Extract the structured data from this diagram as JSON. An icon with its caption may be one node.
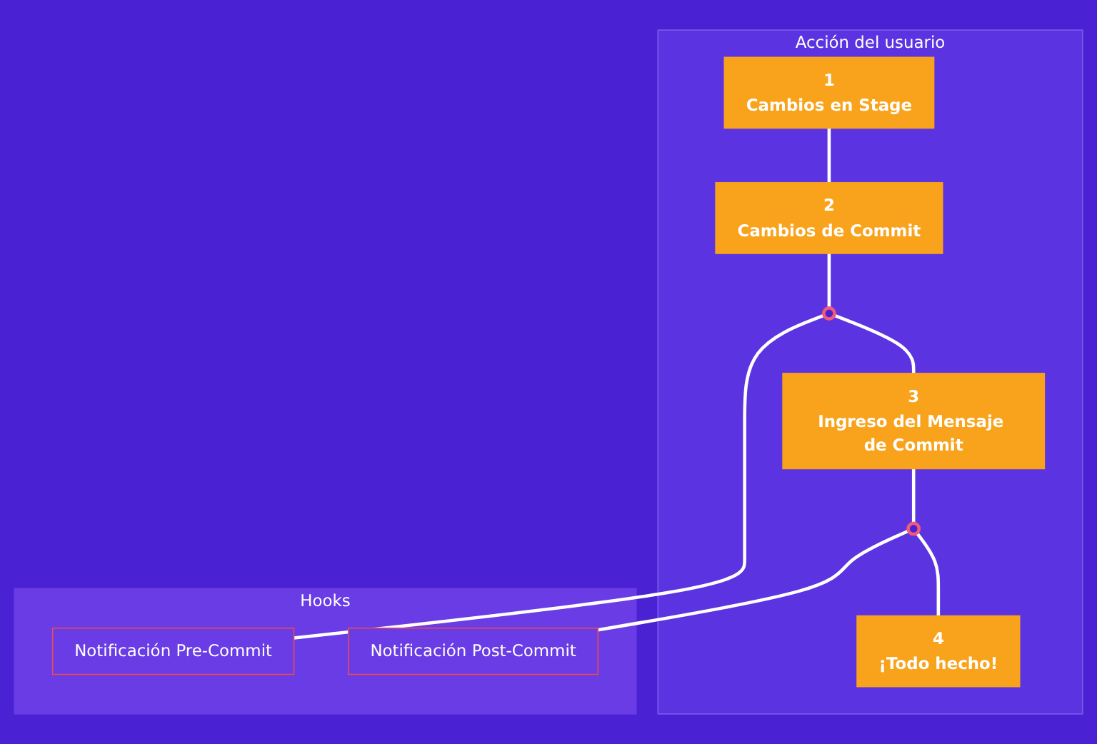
{
  "diagram": {
    "nodes": [
      {
        "text": [
          "Acción del usuario"
        ]
      },
      {
        "text": [
          "1",
          "Cambios en Stage"
        ],
        "in": 0
      },
      {
        "text": [
          "2",
          "Cambios de Commit"
        ],
        "in": 0
      },
      {
        "text": [],
        "shape": "circle",
        "in": 0
      },
      {
        "text": [
          "3",
          "Ingreso del Mensaje de Commit"
        ],
        "in": 0
      },
      {
        "text": [],
        "shape": "circle",
        "in": 0
      },
      {
        "text": [
          "4",
          "¡Todo hecho!"
        ],
        "in": 0
      },
      {
        "text": [
          "Hooks"
        ]
      },
      {
        "text": [
          "Notificación Pre-Commit"
        ],
        "in": 7
      },
      {
        "text": [
          "Notificación Post-Commit"
        ],
        "in": 7
      }
    ],
    "edges": [
      {
        "from": 1,
        "to": 2,
        "arrow": "none"
      },
      {
        "from": 2,
        "to": 3,
        "arrow": "none"
      },
      {
        "from": 3,
        "to": 4,
        "arrow": "none"
      },
      {
        "from": 4,
        "to": 5,
        "arrow": "none"
      },
      {
        "from": 5,
        "to": 6,
        "arrow": "none"
      },
      {
        "from": 3,
        "to": 8,
        "arrow": "none"
      },
      {
        "from": 5,
        "to": 9,
        "arrow": "none"
      }
    ]
  }
}
